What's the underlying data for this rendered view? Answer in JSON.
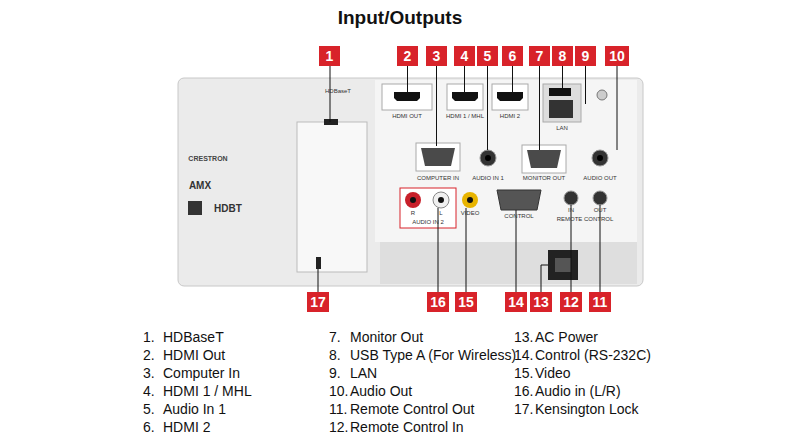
{
  "diagram": {
    "title": "Input/Outputs",
    "nodes": [
      {
        "text": [
          "1"
        ]
      },
      {
        "text": [
          "2"
        ]
      },
      {
        "text": [
          "3"
        ]
      },
      {
        "text": [
          "4"
        ]
      },
      {
        "text": [
          "5"
        ]
      },
      {
        "text": [
          "6"
        ]
      },
      {
        "text": [
          "7"
        ]
      },
      {
        "text": [
          "8"
        ]
      },
      {
        "text": [
          "9"
        ]
      },
      {
        "text": [
          "10"
        ]
      },
      {
        "text": [
          "17"
        ]
      },
      {
        "text": [
          "16"
        ]
      },
      {
        "text": [
          "15"
        ]
      },
      {
        "text": [
          "14"
        ]
      },
      {
        "text": [
          "13"
        ]
      },
      {
        "text": [
          "12"
        ]
      },
      {
        "text": [
          "11"
        ]
      }
    ],
    "edges": [],
    "labels": [
      "HDBaseT",
      "HDMI OUT",
      "HDMI 1 / MHL",
      "HDMI 2",
      "LAN",
      "COMPUTER IN",
      "AUDIO IN 1",
      "MONITOR OUT",
      "AUDIO OUT",
      "R",
      "L",
      "AUDIO IN 2",
      "VIDEO",
      "CONTROL",
      "IN",
      "OUT",
      "REMOTE CONTROL",
      "CRESTRON",
      "AMX",
      "HDBT",
      "1.",
      "HDBaseT",
      "2.",
      "HDMI Out",
      "3.",
      "Computer In",
      "4.",
      "HDMI 1 / MHL",
      "5.",
      "Audio In 1",
      "6.",
      "HDMI 2",
      "7.",
      "Monitor Out",
      "8.",
      "USB Type A (For Wireless)",
      "9.",
      "LAN",
      "10.",
      "Audio Out",
      "11.",
      "Remote Control Out",
      "12.",
      "Remote Control In",
      "13.",
      "AC Power",
      "14.",
      "Control (RS-232C)",
      "15.",
      "Video",
      "16.",
      "Audio in (L/R)",
      "17.",
      "Kensington Lock"
    ]
  }
}
